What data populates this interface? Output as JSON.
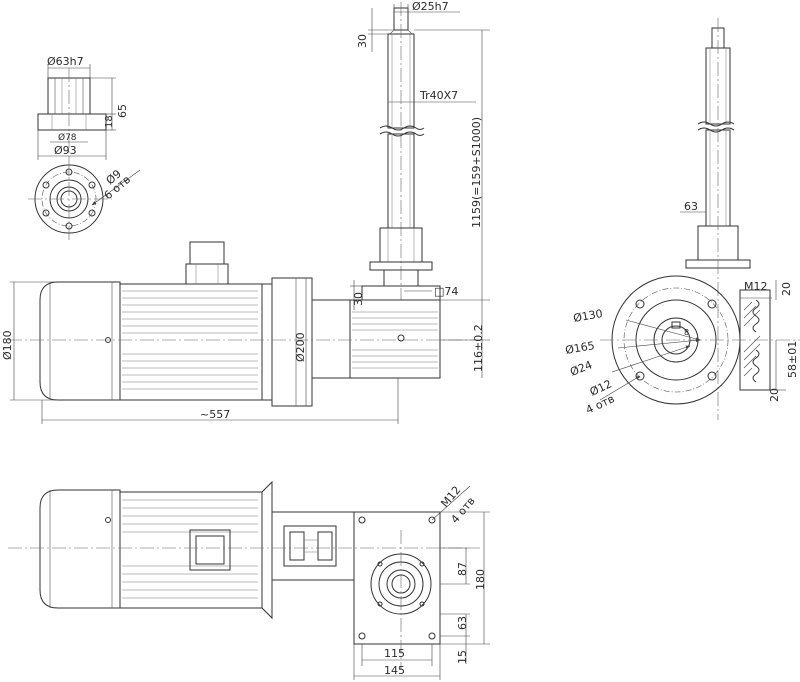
{
  "dimensions": {
    "d_63h7": "Ø63h7",
    "d_78": "Ø78",
    "d_93": "Ø93",
    "h_65": "65",
    "h_18": "18",
    "d_9_holes": "Ø9",
    "holes_6": "6 отв",
    "d_25h7": "Ø25h7",
    "shaft_30": "30",
    "thread": "Tr40X7",
    "stroke_formula": "1159(=159+S1000)",
    "block_30": "30",
    "square_74": "□74",
    "d_180": "Ø180",
    "d_200": "Ø200",
    "h_116": "116±0.2",
    "len_557": "~557",
    "side_63": "63",
    "d_130": "Ø130",
    "d_165": "Ø165",
    "d_24": "Ø24",
    "d_12": "Ø12",
    "holes_4": "4 отв",
    "key_8": "8",
    "m12": "M12",
    "v_20_top": "20",
    "v_58": "58±01",
    "v_20_bot": "20",
    "m12_bottom": "M12",
    "holes_4_bottom": "4 отв",
    "w_87": "87",
    "w_180": "180",
    "w_63": "63",
    "w_115": "115",
    "w_145": "145",
    "w_15": "15"
  },
  "colors": {
    "line": "#333333",
    "background": "#ffffff"
  }
}
